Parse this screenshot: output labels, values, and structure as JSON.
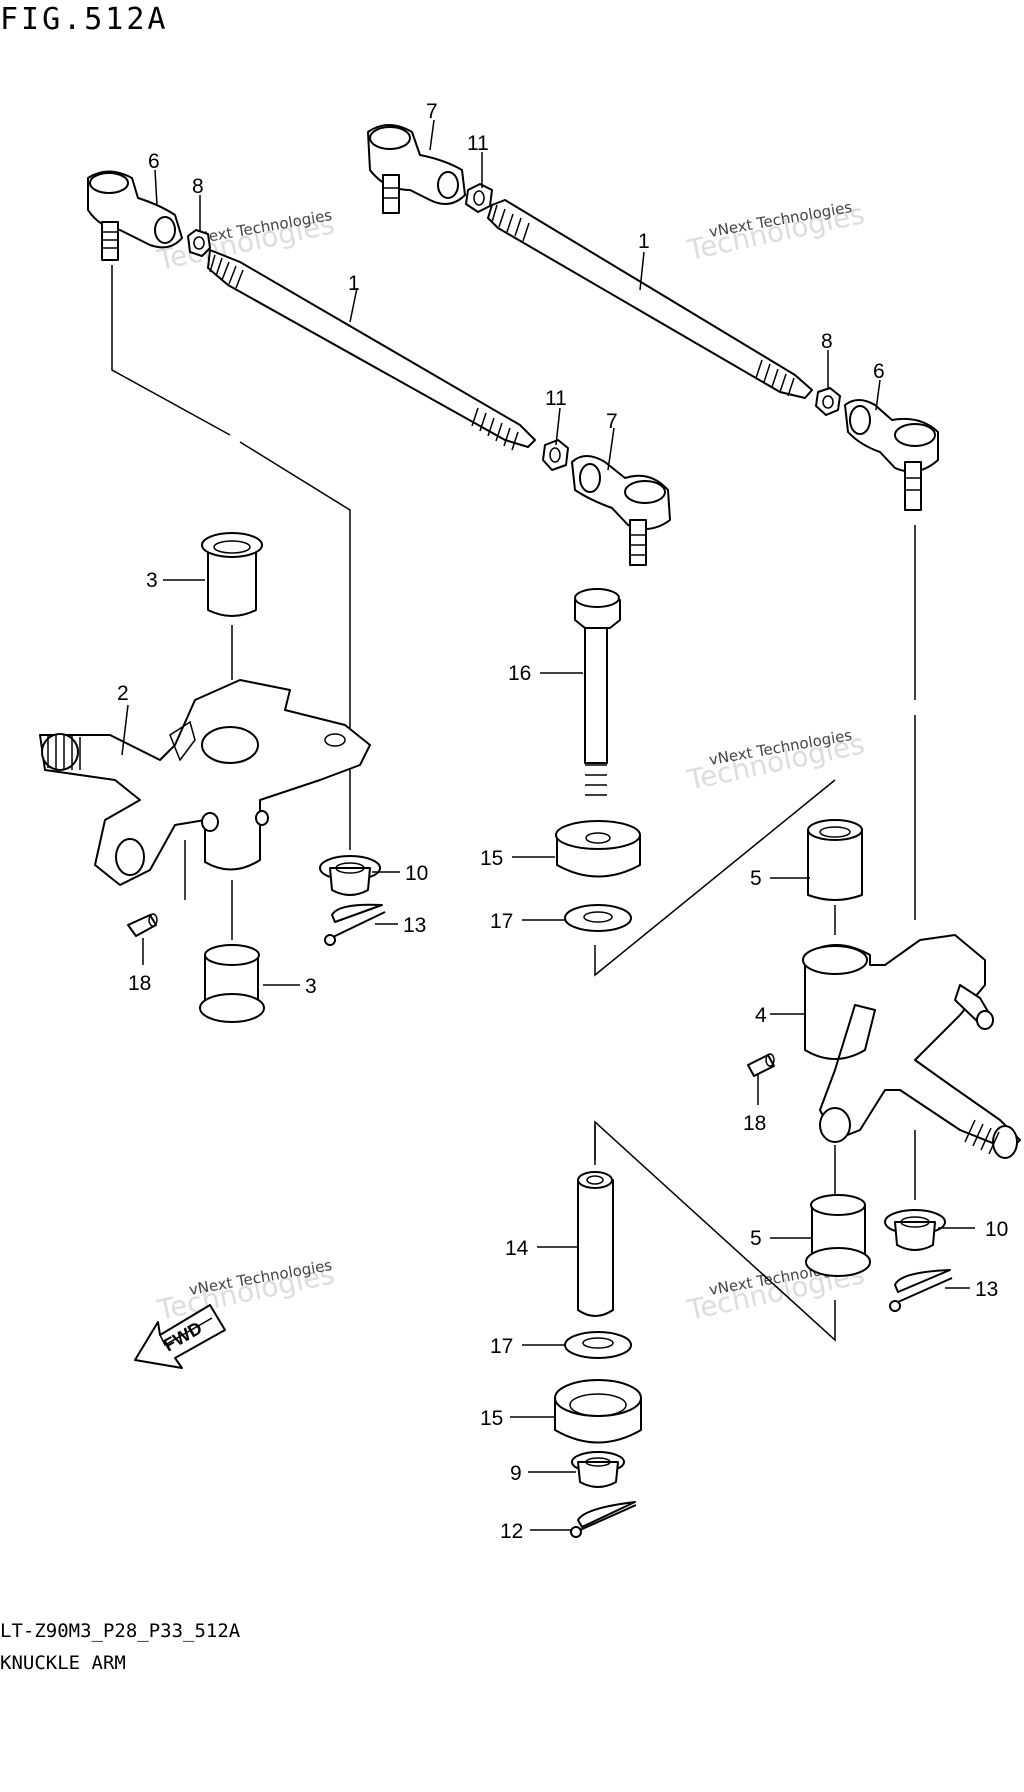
{
  "header": {
    "figure_title": "FIG.512A"
  },
  "footer": {
    "model_code": "LT-Z90M3_P28_P33_512A",
    "section_name": "KNUCKLE ARM"
  },
  "callouts": [
    {
      "id": "c-1a",
      "label": "1"
    },
    {
      "id": "c-1b",
      "label": "1"
    },
    {
      "id": "c-2",
      "label": "2"
    },
    {
      "id": "c-3a",
      "label": "3"
    },
    {
      "id": "c-3b",
      "label": "3"
    },
    {
      "id": "c-4",
      "label": "4"
    },
    {
      "id": "c-5a",
      "label": "5"
    },
    {
      "id": "c-5b",
      "label": "5"
    },
    {
      "id": "c-6a",
      "label": "6"
    },
    {
      "id": "c-6b",
      "label": "6"
    },
    {
      "id": "c-7a",
      "label": "7"
    },
    {
      "id": "c-7b",
      "label": "7"
    },
    {
      "id": "c-8a",
      "label": "8"
    },
    {
      "id": "c-8b",
      "label": "8"
    },
    {
      "id": "c-9",
      "label": "9"
    },
    {
      "id": "c-10a",
      "label": "10"
    },
    {
      "id": "c-10b",
      "label": "10"
    },
    {
      "id": "c-11a",
      "label": "11"
    },
    {
      "id": "c-11b",
      "label": "11"
    },
    {
      "id": "c-12",
      "label": "12"
    },
    {
      "id": "c-13a",
      "label": "13"
    },
    {
      "id": "c-13b",
      "label": "13"
    },
    {
      "id": "c-14",
      "label": "14"
    },
    {
      "id": "c-15a",
      "label": "15"
    },
    {
      "id": "c-15b",
      "label": "15"
    },
    {
      "id": "c-16",
      "label": "16"
    },
    {
      "id": "c-17a",
      "label": "17"
    },
    {
      "id": "c-17b",
      "label": "17"
    },
    {
      "id": "c-18a",
      "label": "18"
    },
    {
      "id": "c-18b",
      "label": "18"
    }
  ],
  "direction_marker": {
    "label": "FWD"
  },
  "watermark": {
    "line1": "vNext Technologies",
    "line2": "Technologies",
    "line3": "vNext"
  }
}
